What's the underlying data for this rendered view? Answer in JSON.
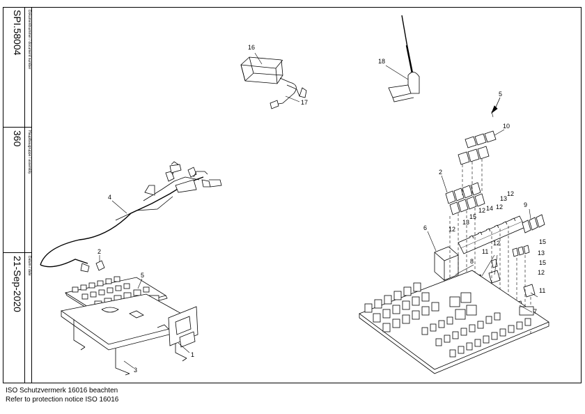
{
  "title_block": {
    "document_number_label": "Dokumentnummer / document number",
    "document_number": "SPI.58004",
    "assembly_label": "Hauptbaugruppe / assembly",
    "assembly": "360",
    "date_label": "Datum / date",
    "date": "21-Sep-2020"
  },
  "callouts": {
    "c1": "1",
    "c2a": "2",
    "c2b": "2",
    "c3": "3",
    "c4": "4",
    "c5a": "5",
    "c5b": "5",
    "c6": "6",
    "c7": "7",
    "c8": "8",
    "c9": "9",
    "c10": "10",
    "c11a": "11",
    "c11b": "11",
    "c12a": "12",
    "c12b": "12",
    "c12c": "12",
    "c12d": "12",
    "c12e": "12",
    "c12f": "12",
    "c13a": "13",
    "c13b": "13",
    "c13c": "13",
    "c14": "14",
    "c15a": "15",
    "c15b": "15",
    "c15c": "15",
    "c16": "16",
    "c17": "17",
    "c18": "18"
  },
  "footer": {
    "line1": "ISO Schutzvermerk 16016 beachten",
    "line2": "Refer to protection notice ISO 16016"
  }
}
